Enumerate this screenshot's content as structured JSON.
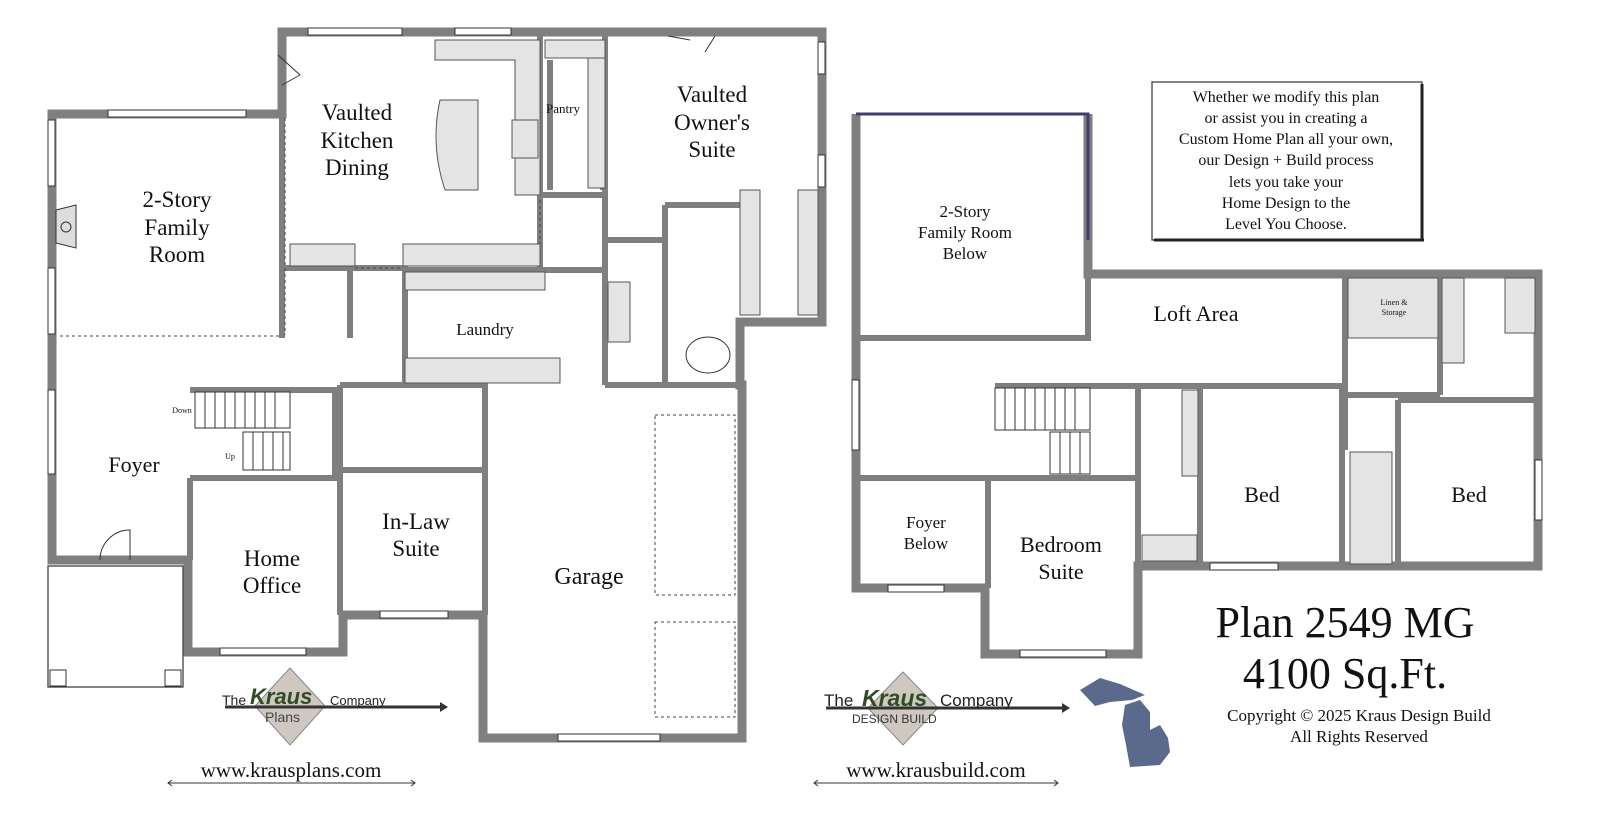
{
  "first_floor": {
    "rooms": {
      "family_room": [
        "2-Story",
        "Family",
        "Room"
      ],
      "kitchen": [
        "Vaulted",
        "Kitchen",
        "Dining"
      ],
      "pantry": "Pantry",
      "owners_suite": [
        "Vaulted",
        "Owner's",
        "Suite"
      ],
      "laundry": "Laundry",
      "foyer": "Foyer",
      "stairs_down": "Down",
      "stairs_up": "Up",
      "home_office": [
        "Home",
        "Office"
      ],
      "inlaw_suite": [
        "In-Law",
        "Suite"
      ],
      "garage": "Garage"
    },
    "logo": {
      "the": "The",
      "brand": "Kraus",
      "company": "Company",
      "sub": "Plans"
    },
    "website": "www.krausplans.com"
  },
  "second_floor": {
    "rooms": {
      "family_below": [
        "2-Story",
        "Family Room",
        "Below"
      ],
      "loft": "Loft Area",
      "linen": [
        "Linen &",
        "Storage"
      ],
      "foyer_below": [
        "Foyer",
        "Below"
      ],
      "bedroom_suite": [
        "Bedroom",
        "Suite"
      ],
      "bed1": "Bed",
      "bed2": "Bed"
    },
    "logo": {
      "the": "The",
      "brand": "Kraus",
      "company": "Company",
      "sub": "DESIGN BUILD"
    },
    "website": "www.krausbuild.com"
  },
  "note": [
    "Whether we modify this plan",
    "or assist you in creating a",
    "Custom Home Plan all your own,",
    "our Design + Build process",
    "lets you take your",
    "Home Design to the",
    "Level You Choose."
  ],
  "plan": {
    "title": "Plan 2549 MG",
    "area": "4100 Sq.Ft.",
    "copyright": "Copyright © 2025 Kraus Design Build",
    "rights": "All Rights Reserved"
  },
  "colors": {
    "wall": "#7f7f7f",
    "brand_green": "#2e4d24",
    "michigan": "#5a6a8c",
    "open_to_below": "#3a3f6e"
  }
}
